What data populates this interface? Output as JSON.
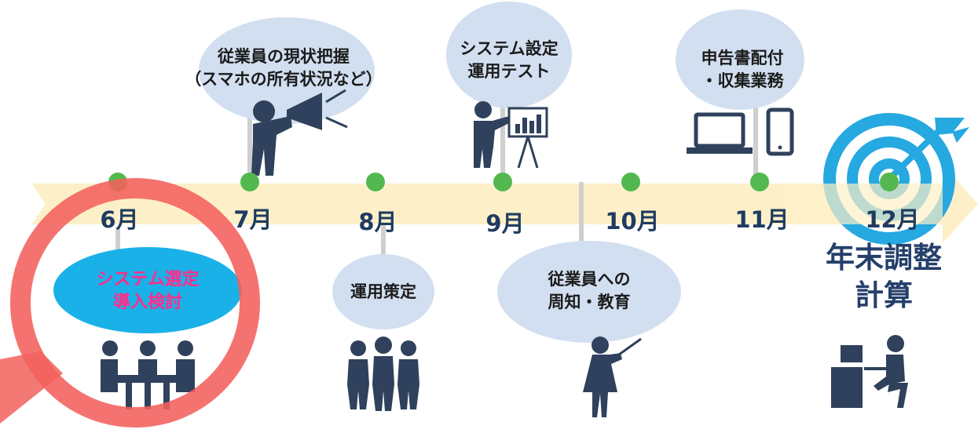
{
  "colors": {
    "arrow": "#fdf0c8",
    "dot": "#52b84f",
    "navy": "#2f415c",
    "bubble": "#d2dff0",
    "selected_bubble": "#1ab1e8",
    "magnifier": "#f2605c",
    "selected_text": "#ff2e8b",
    "target": "#26a8e0"
  },
  "months": [
    {
      "label": "6月"
    },
    {
      "label": "7月"
    },
    {
      "label": "8月"
    },
    {
      "label": "9月"
    },
    {
      "label": "10月"
    },
    {
      "label": "11月"
    },
    {
      "label": "12月"
    }
  ],
  "milestones": {
    "jul": {
      "line1": "従業員の現状把握",
      "line2": "（スマホの所有状況など）",
      "icon": "megaphone-person-icon"
    },
    "sep": {
      "line1": "システム設定",
      "line2": "運用テスト",
      "icon": "presentation-person-icon"
    },
    "nov": {
      "line1": "申告書配付",
      "line2": "・収集業務",
      "icon": "laptop-smartphone-icon"
    },
    "jun": {
      "line1": "システム選定",
      "line2": "導入検討",
      "icon": "meeting-table-icon",
      "selected": true
    },
    "aug": {
      "line1": "運用策定",
      "icon": "team-group-icon"
    },
    "oct": {
      "line1": "従業員への",
      "line2": "周知・教育",
      "icon": "teacher-woman-icon"
    },
    "dec": {
      "line1": "年末調整",
      "line2": "計算",
      "icon": "target-icon",
      "icon2": "desk-worker-icon"
    }
  }
}
